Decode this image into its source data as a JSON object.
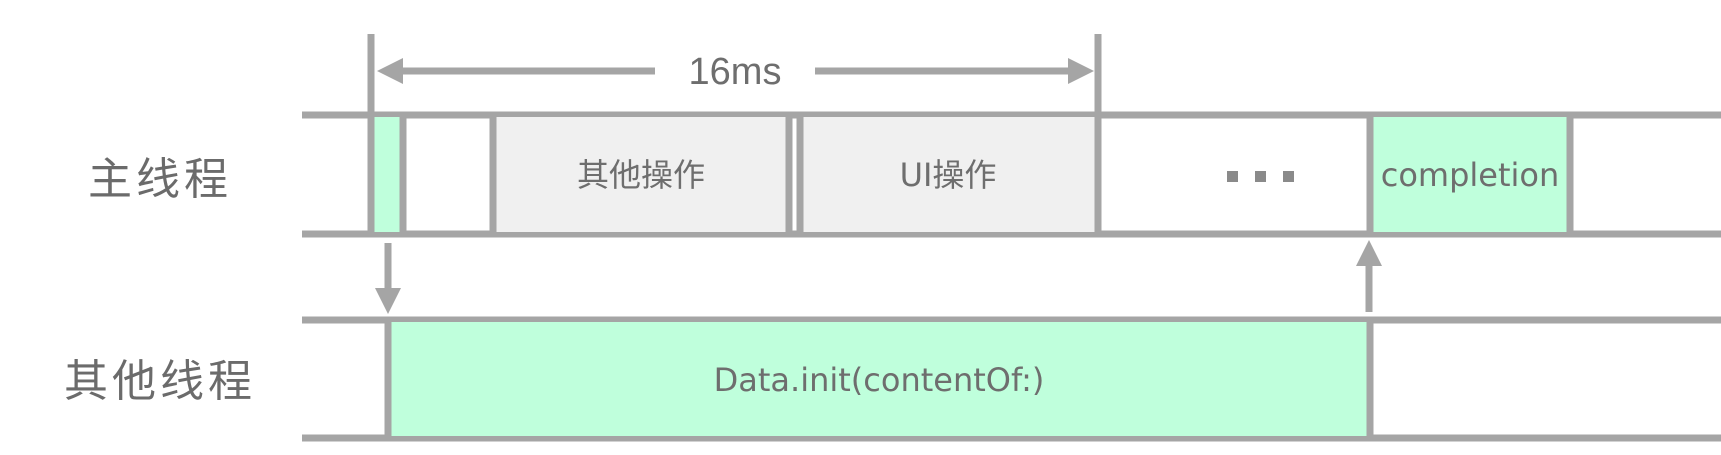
{
  "colors": {
    "line": "#a5a5a5",
    "highlight_fill": "#bfffdc",
    "gray_fill": "#f0f0f0",
    "text": "#6e6e6e"
  },
  "lanes": {
    "main": {
      "label": "主线程"
    },
    "other": {
      "label": "其他线程"
    }
  },
  "timing": {
    "label": "16ms"
  },
  "main_blocks": {
    "other_ops": {
      "label": "其他操作"
    },
    "ui_ops": {
      "label": "UI操作"
    },
    "ellipsis": {
      "label": "..."
    },
    "completion": {
      "label": "completion"
    }
  },
  "other_blocks": {
    "data_init": {
      "label": "Data.init(contentOf:)"
    }
  }
}
